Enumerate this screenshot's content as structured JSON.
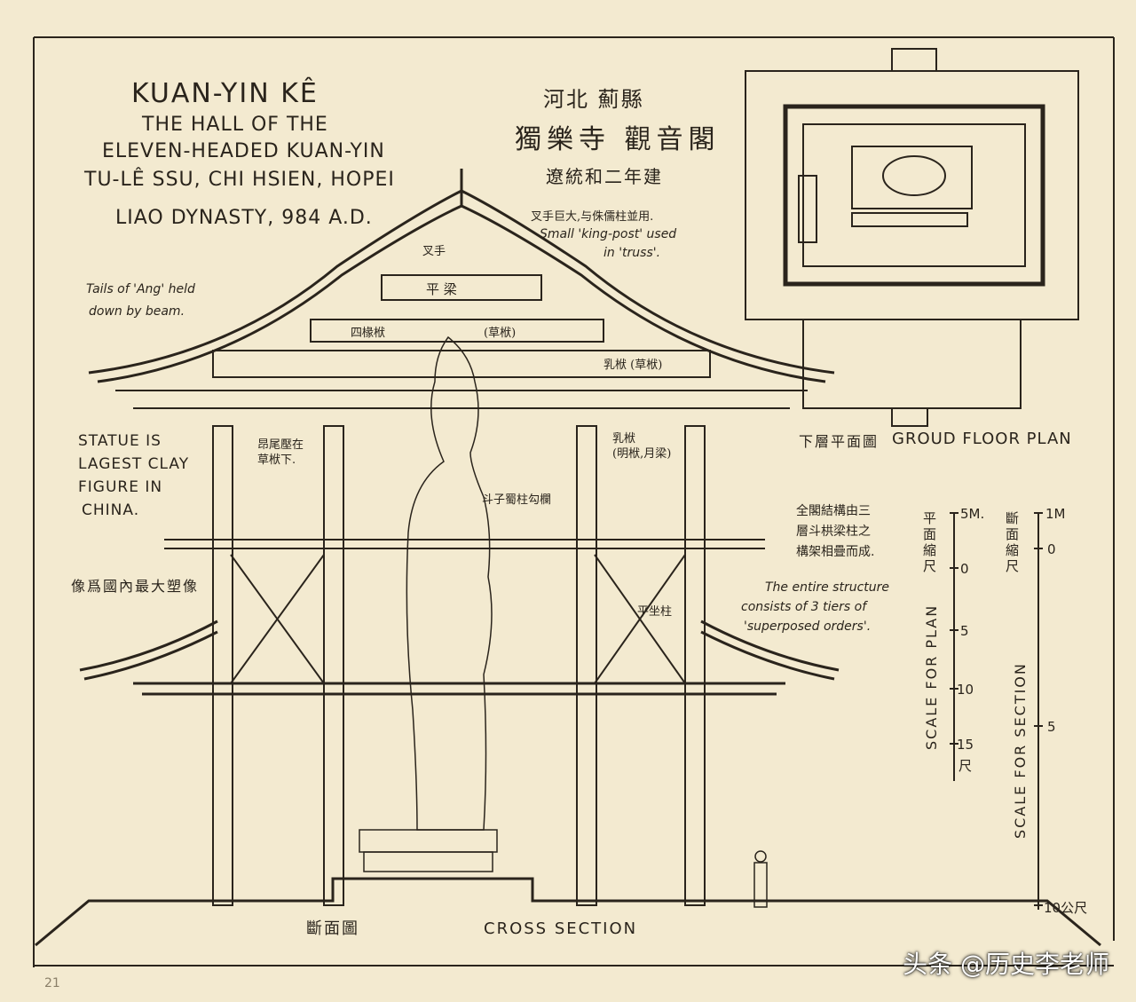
{
  "title": {
    "line1": "KUAN-YIN KÊ",
    "line2": "THE HALL OF THE",
    "line3": "ELEVEN-HEADED KUAN-YIN",
    "line4": "TU-LÊ SSU, CHI HSIEN, HOPEI",
    "line5": "LIAO DYNASTY, 984 A.D."
  },
  "title_cn": {
    "line1": "河北 薊縣",
    "line2": "獨樂寺 觀音閣",
    "line3": "遼統和二年建"
  },
  "annotations": {
    "kingpost_cn": "叉手巨大,与侏儒柱並用.",
    "kingpost_en1": "Small 'king-post' used",
    "kingpost_en2": "in 'truss'.",
    "chashou": "叉手",
    "pingliang": "平  梁",
    "sichuanfu": "四椽栿",
    "caofu": "(草栿)",
    "rufu_top": "乳栿 (草栿)",
    "ang_tail1": "Tails of 'Ang' held",
    "ang_tail2": "down by beam.",
    "rufu_mid": "乳栿",
    "mingfu": "(明栿,月梁)",
    "angwei1": "昂尾壓在",
    "angwei2": "草栿下.",
    "doukou": "斗子蜀柱勾欄",
    "pingzuo": "平坐柱",
    "statue1": "STATUE IS",
    "statue2": "LAGEST CLAY",
    "statue3": "FIGURE IN",
    "statue4": "CHINA.",
    "statue_cn": "像爲國內最大塑像",
    "struct_cn1": "全閣結構由三",
    "struct_cn2": "層斗栱梁柱之",
    "struct_cn3": "構架相疊而成.",
    "struct_en1": "The entire structure",
    "struct_en2": "consists of 3 tiers of",
    "struct_en3": "'superposed orders'."
  },
  "plan": {
    "label_cn": "下層平面圖",
    "label_en": "GROUD FLOOR PLAN"
  },
  "section": {
    "label_cn": "斷面圖",
    "label_en": "CROSS SECTION"
  },
  "scales": {
    "plan_cn": "平面縮尺",
    "plan_en": "SCALE FOR PLAN",
    "plan_ticks": [
      "5M.",
      "0",
      "5",
      "10",
      "15",
      "尺"
    ],
    "section_cn": "斷面縮尺",
    "section_en": "SCALE FOR SECTION",
    "section_ticks": [
      "1M",
      "0",
      "5",
      "10公尺"
    ]
  },
  "page_number": "21",
  "watermark": "头条 @历史李老师",
  "colors": {
    "paper": "#f3ead0",
    "ink": "#2a241c"
  }
}
